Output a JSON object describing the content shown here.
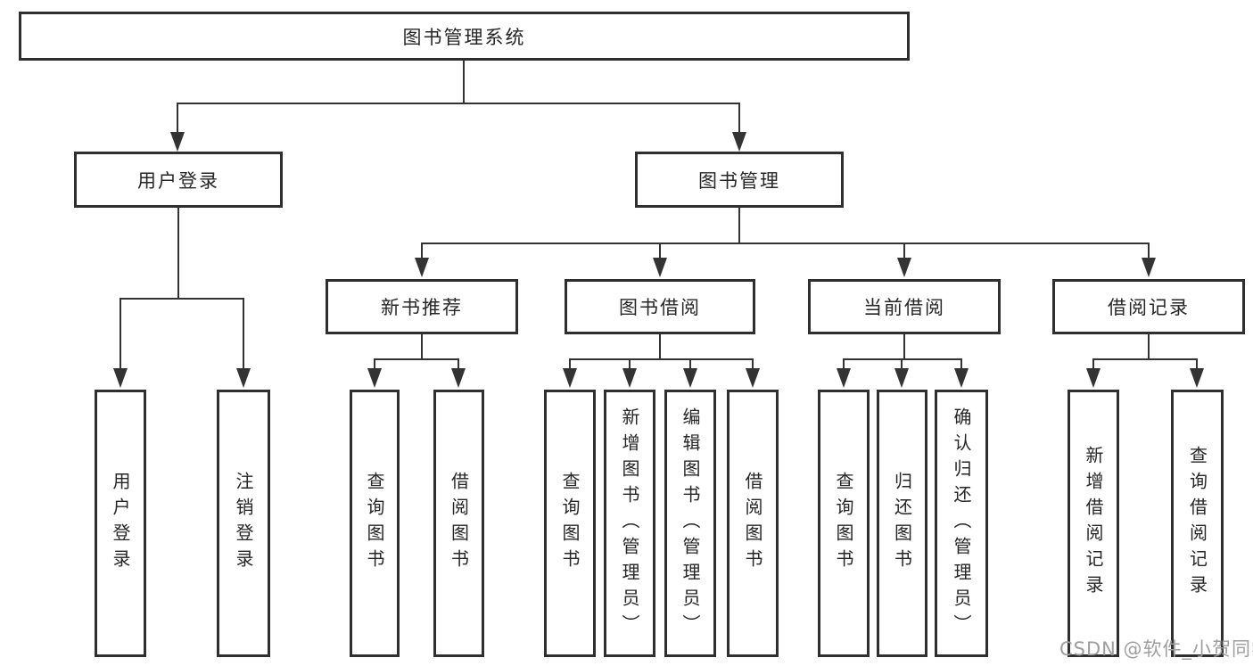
{
  "diagram": {
    "type": "tree",
    "root": {
      "label": "图书管理系统",
      "children": [
        {
          "label": "用户登录",
          "children": [
            {
              "label": "用户登录"
            },
            {
              "label": "注销登录"
            }
          ]
        },
        {
          "label": "图书管理",
          "children": [
            {
              "label": "新书推荐",
              "children": [
                {
                  "label": "查询图书"
                },
                {
                  "label": "借阅图书"
                }
              ]
            },
            {
              "label": "图书借阅",
              "children": [
                {
                  "label": "查询图书"
                },
                {
                  "label": "新增图书（管理员）"
                },
                {
                  "label": "编辑图书（管理员）"
                },
                {
                  "label": "借阅图书"
                }
              ]
            },
            {
              "label": "当前借阅",
              "children": [
                {
                  "label": "查询图书"
                },
                {
                  "label": "归还图书"
                },
                {
                  "label": "确认归还（管理员）"
                }
              ]
            },
            {
              "label": "借阅记录",
              "children": [
                {
                  "label": "新增借阅记录"
                },
                {
                  "label": "查询借阅记录"
                }
              ]
            }
          ]
        }
      ]
    }
  },
  "watermark": {
    "text": "CSDN @软件_小贺同学",
    "color": "#9e9e9e"
  },
  "style": {
    "background": "#ffffff",
    "box_border_color": "#2f2f2f",
    "connector_color": "#333333",
    "text_color": "#262626"
  }
}
